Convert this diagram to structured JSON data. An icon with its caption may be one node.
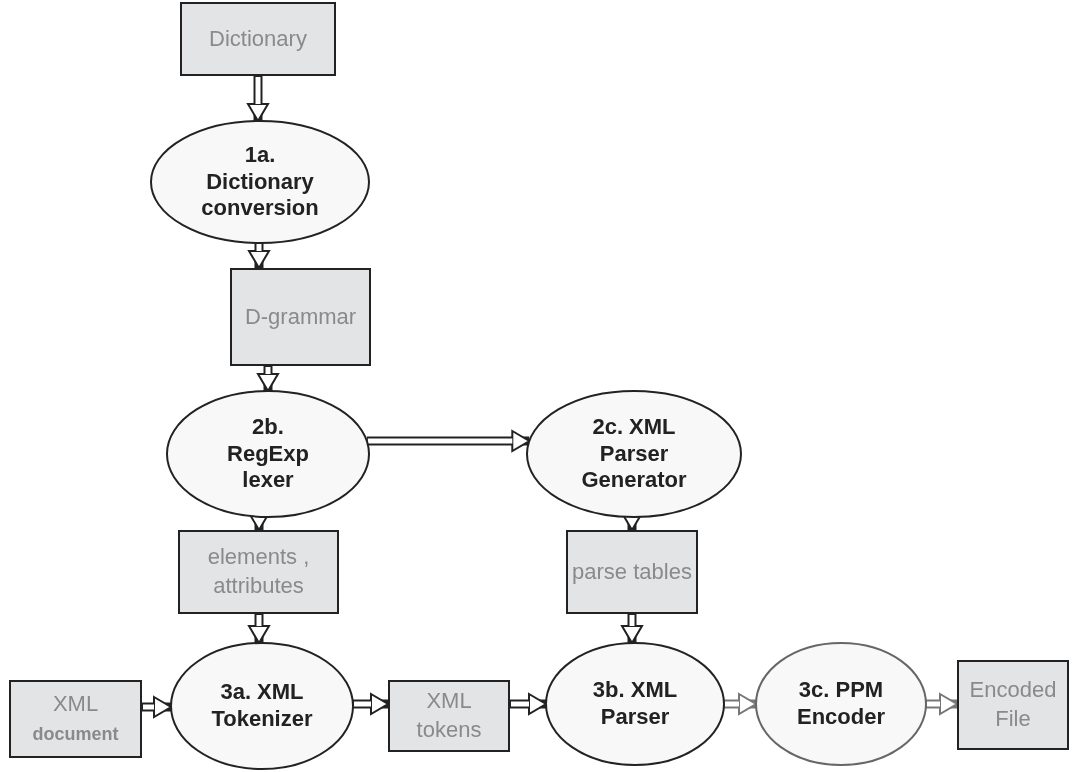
{
  "diagram": {
    "nodes": [
      {
        "text": [
          "Dictionary"
        ]
      },
      {
        "text": [
          "1a. Dictionary conversion"
        ]
      },
      {
        "text": [
          "D-grammar"
        ]
      },
      {
        "text": [
          "2b. RegExp lexer"
        ]
      },
      {
        "text": [
          "2c. XML Parser Generator"
        ]
      },
      {
        "text": [
          "elements , attributes"
        ]
      },
      {
        "text": [
          "parse tables"
        ]
      },
      {
        "text": [
          "XML **document**"
        ]
      },
      {
        "text": [
          "3a. XML Tokenizer"
        ]
      },
      {
        "text": [
          "XML tokens"
        ]
      },
      {
        "text": [
          "3b. XML Parser"
        ]
      },
      {
        "text": [
          "3c. PPM Encoder"
        ]
      },
      {
        "text": [
          "Encoded File"
        ]
      }
    ],
    "edges": [
      {
        "from": 0,
        "to": 1,
        "arrow": "to"
      },
      {
        "from": 1,
        "to": 2,
        "arrow": "to"
      },
      {
        "from": 2,
        "to": 3,
        "arrow": "to"
      },
      {
        "from": 3,
        "to": 4,
        "arrow": "to"
      },
      {
        "from": 3,
        "to": 5,
        "arrow": "to"
      },
      {
        "from": 4,
        "to": 6,
        "arrow": "to"
      },
      {
        "from": 5,
        "to": 8,
        "arrow": "to"
      },
      {
        "from": 6,
        "to": 10,
        "arrow": "to"
      },
      {
        "from": 7,
        "to": 8,
        "arrow": "to"
      },
      {
        "from": 8,
        "to": 9,
        "arrow": "to"
      },
      {
        "from": 9,
        "to": 10,
        "arrow": "to"
      },
      {
        "from": 10,
        "to": 11,
        "arrow": "to",
        "color": "#777777"
      },
      {
        "from": 11,
        "to": 12,
        "arrow": "to",
        "color": "#777777"
      }
    ]
  }
}
